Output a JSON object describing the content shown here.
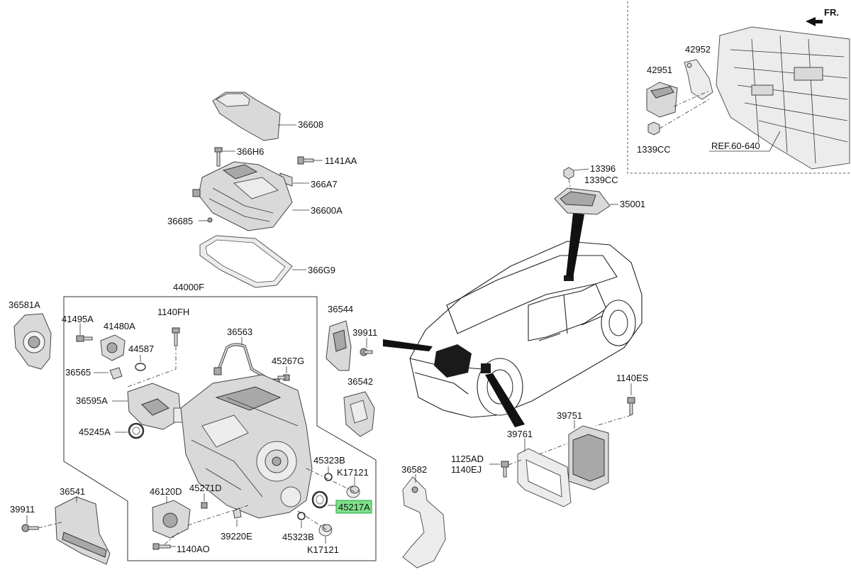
{
  "labels": {
    "p36608": "36608",
    "p366H6": "366H6",
    "p1141AA": "1141AA",
    "p366A7": "366A7",
    "p36600A": "36600A",
    "p36685": "36685",
    "p366G9": "366G9",
    "p44000F": "44000F",
    "p36581A": "36581A",
    "p41495A": "41495A",
    "p41480A": "41480A",
    "p1140FH": "1140FH",
    "p44587": "44587",
    "p36563": "36563",
    "p36565": "36565",
    "p45267G": "45267G",
    "p36595A": "36595A",
    "p45245A": "45245A",
    "p36544": "36544",
    "p39911a": "39911",
    "p36542": "36542",
    "p45323B_top": "45323B",
    "pK17121_top": "K17121",
    "p45217A": "45217A",
    "p45323B_bot": "45323B",
    "pK17121_bot": "K17121",
    "p36541": "36541",
    "p39911b": "39911",
    "p46120D": "46120D",
    "p45271D": "45271D",
    "p39220E": "39220E",
    "p1140AO": "1140AO",
    "p36582": "36582",
    "p13396": "13396",
    "p1339CC_a": "1339CC",
    "p35001": "35001",
    "p1140ES": "1140ES",
    "p39751": "39751",
    "p39761": "39761",
    "p1125AD": "1125AD",
    "p1140EJ": "1140EJ",
    "p42951": "42951",
    "p42952": "42952",
    "p1339CC_b": "1339CC",
    "pREF": "REF.60-640",
    "pFR": "FR."
  },
  "highlight": {
    "part": "45217A",
    "color": "#7ee08a"
  }
}
